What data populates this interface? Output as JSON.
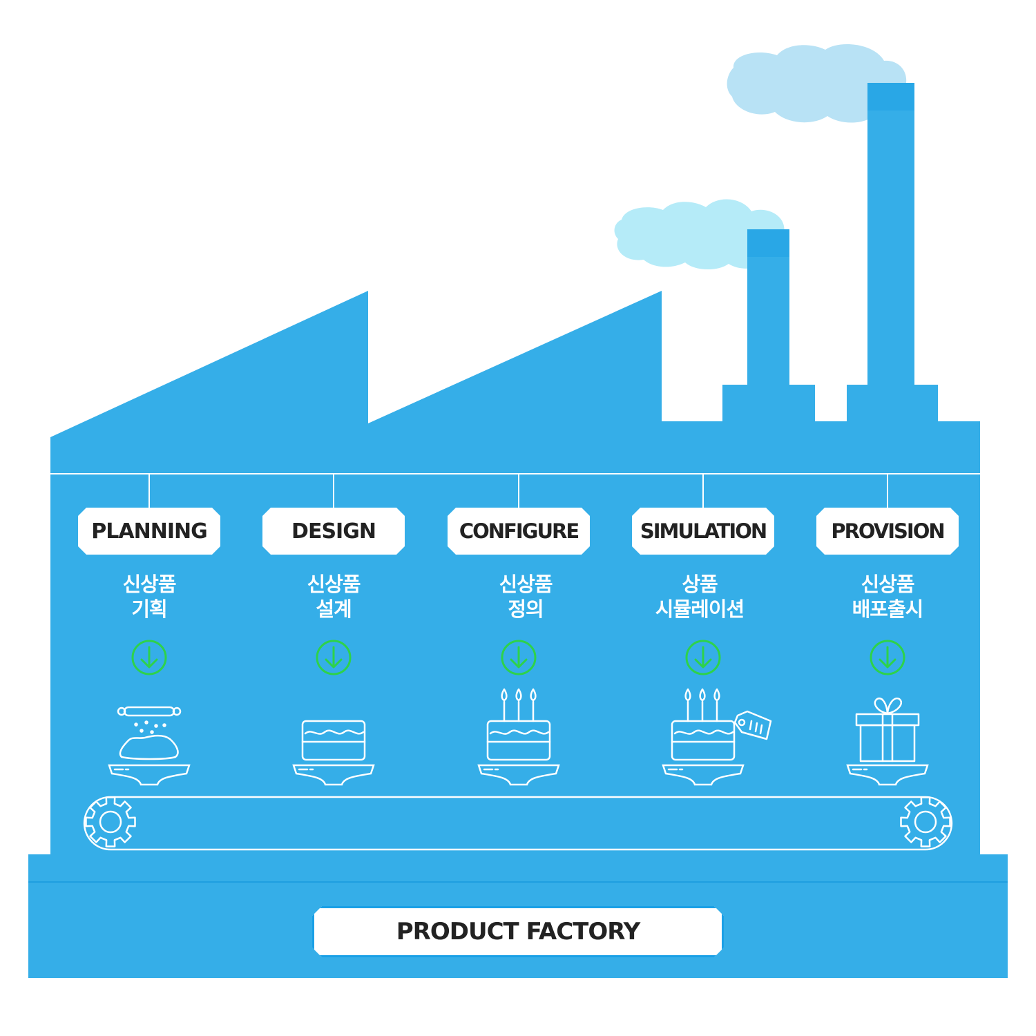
{
  "colors": {
    "factory": "#35aee8",
    "chimney": "#27a6e5",
    "smoke_left": "#b5ebf8",
    "smoke_right": "#b8e2f5",
    "arrow": "#2ed24a",
    "line": "#ffffff"
  },
  "stages": [
    {
      "label": "PLANNING",
      "desc_line1": "신상품",
      "desc_line2": "기획",
      "icon": "dough-on-plate-icon"
    },
    {
      "label": "DESIGN",
      "desc_line1": "신상품",
      "desc_line2": "설계",
      "icon": "cake-on-plate-icon"
    },
    {
      "label": "CONFIGURE",
      "desc_line1": "신상품",
      "desc_line2": "정의",
      "icon": "birthday-cake-icon"
    },
    {
      "label": "SIMULATION",
      "desc_line1": "상품",
      "desc_line2": "시뮬레이션",
      "icon": "priced-cake-icon"
    },
    {
      "label": "PROVISION",
      "desc_line1": "신상품",
      "desc_line2": "배포출시",
      "icon": "gift-box-icon"
    }
  ],
  "footer": {
    "label": "PRODUCT FACTORY"
  }
}
